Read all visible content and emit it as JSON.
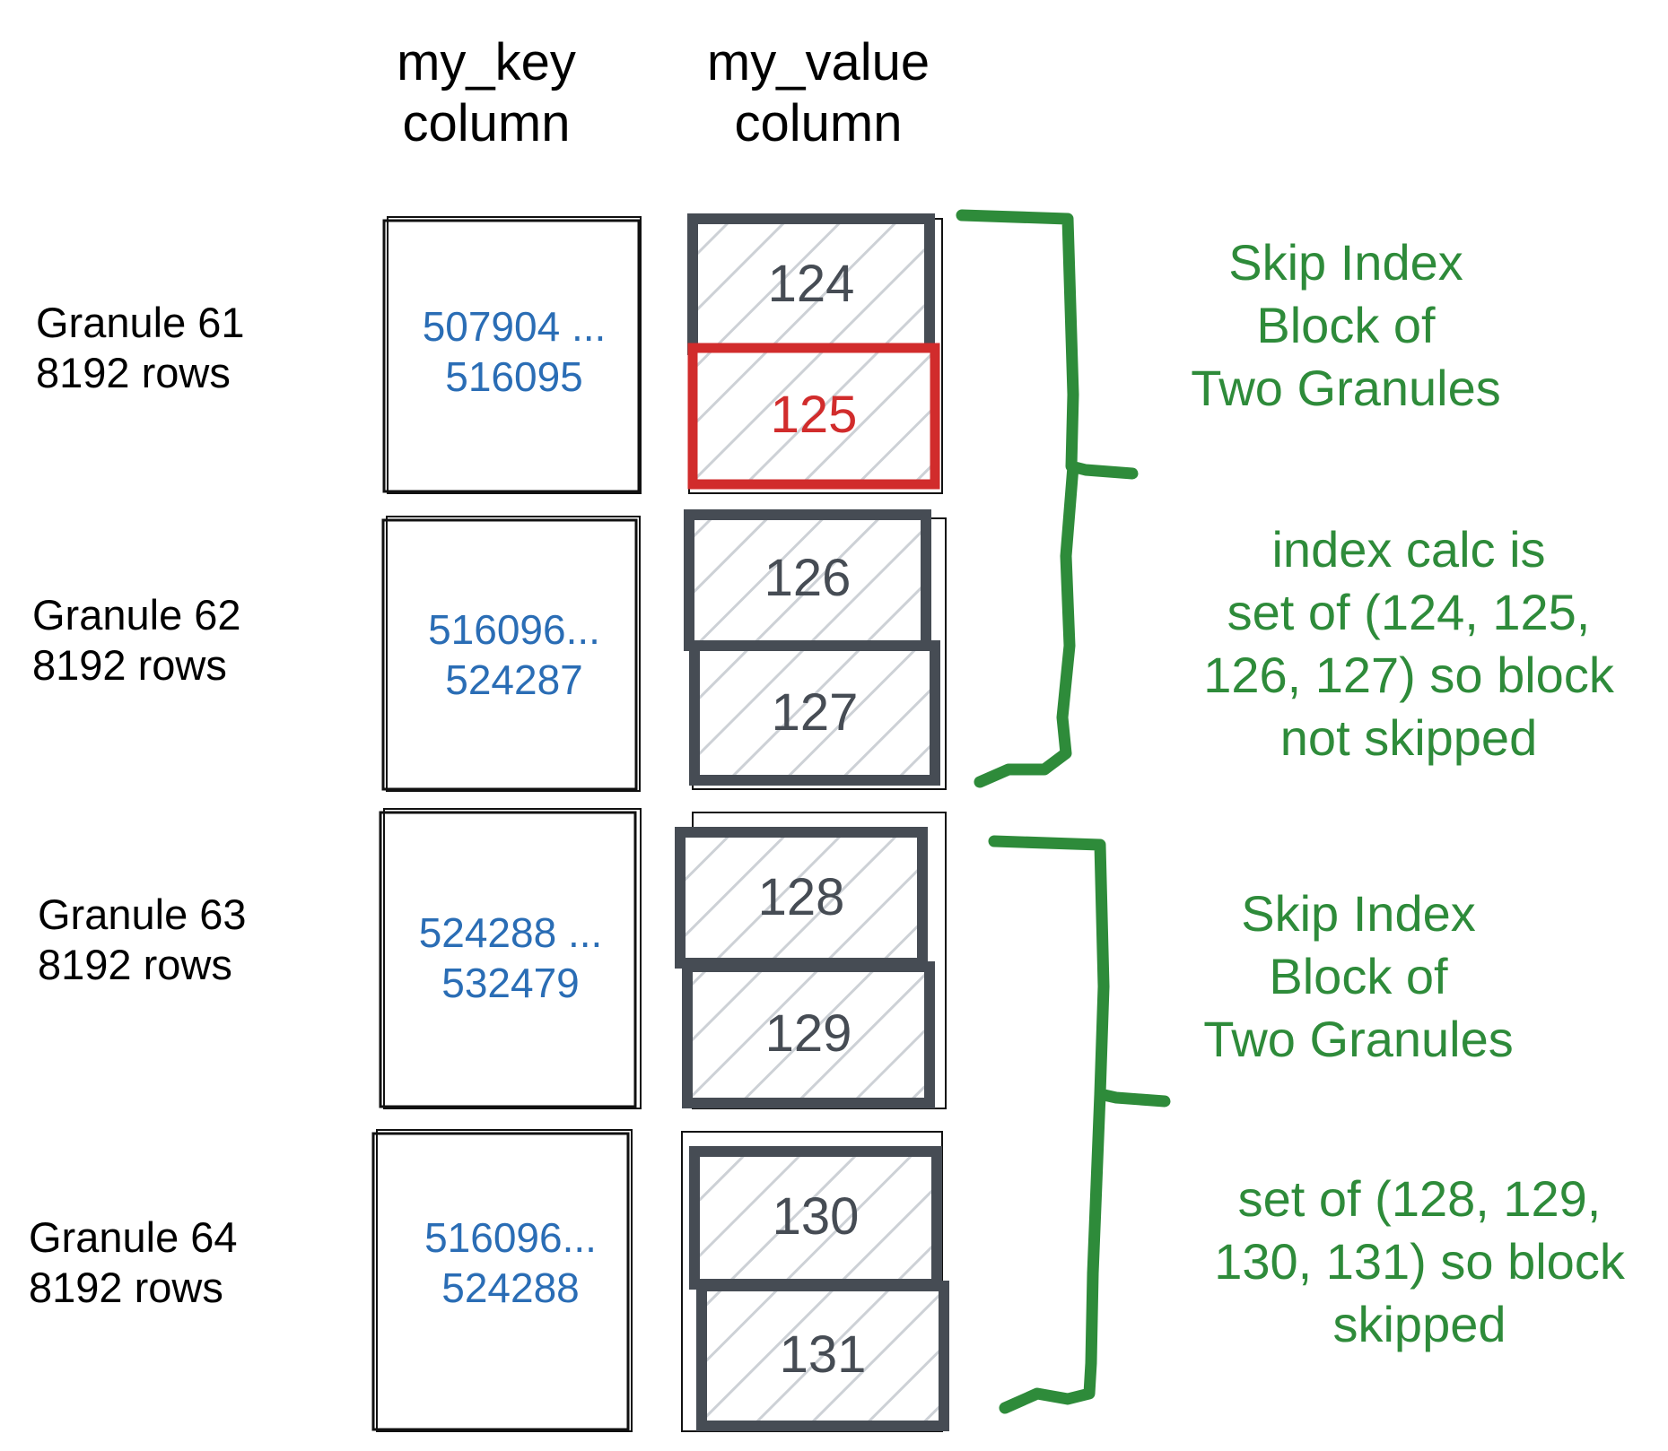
{
  "headers": {
    "key_column": [
      "my_key",
      "column"
    ],
    "value_column": [
      "my_value",
      "column"
    ]
  },
  "granules": [
    {
      "name": "Granule 61",
      "rows": "8192 rows",
      "key_range": [
        "507904 ...",
        "516095"
      ],
      "values": [
        "124",
        "125"
      ],
      "highlight": "125"
    },
    {
      "name": "Granule 62",
      "rows": "8192 rows",
      "key_range": [
        "516096...",
        "524287"
      ],
      "values": [
        "126",
        "127"
      ]
    },
    {
      "name": "Granule 63",
      "rows": "8192 rows",
      "key_range": [
        "524288 ...",
        "532479"
      ],
      "values": [
        "128",
        "129"
      ]
    },
    {
      "name": "Granule 64",
      "rows": "8192 rows",
      "key_range": [
        "516096...",
        "524288"
      ],
      "values": [
        "130",
        "131"
      ]
    }
  ],
  "blocks": [
    {
      "title": [
        "Skip Index",
        "Block of",
        "Two Granules"
      ],
      "explanation": [
        "index calc is",
        "set of (124, 125,",
        "126, 127) so block",
        "not skipped"
      ]
    },
    {
      "title": [
        "Skip Index",
        "Block of",
        "Two Granules"
      ],
      "explanation": [
        "set of (128, 129,",
        "130, 131) so block",
        "skipped"
      ]
    }
  ],
  "colors": {
    "key_text": "#2a6db5",
    "value_text": "#464c54",
    "value_border": "#464c54",
    "highlight": "#d12c2c",
    "annotation": "#2e8b3a",
    "hatch": "#cdd1d6"
  }
}
